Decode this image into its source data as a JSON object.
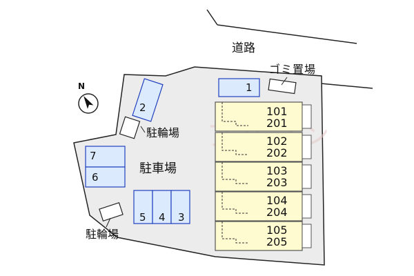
{
  "labels": {
    "road": "道路",
    "garbage": "ゴミ置場",
    "bicycle_parking_upper": "駐輪場",
    "bicycle_parking_lower": "駐輪場",
    "car_parking": "駐車場",
    "compass_north": "N"
  },
  "parking_spaces": [
    "1",
    "2",
    "3",
    "4",
    "5",
    "6",
    "7"
  ],
  "units": [
    {
      "upper": "101",
      "lower": "201"
    },
    {
      "upper": "102",
      "lower": "202"
    },
    {
      "upper": "103",
      "lower": "203"
    },
    {
      "upper": "104",
      "lower": "204"
    },
    {
      "upper": "105",
      "lower": "205"
    }
  ],
  "colors": {
    "lot": "#ececec",
    "lot_border": "#222222",
    "parking_fill": "#dbeafc",
    "parking_border": "#1f3fbf",
    "building_fill": "#fffbd0",
    "building_border": "#555555",
    "watermark": "#e7c8c8"
  }
}
